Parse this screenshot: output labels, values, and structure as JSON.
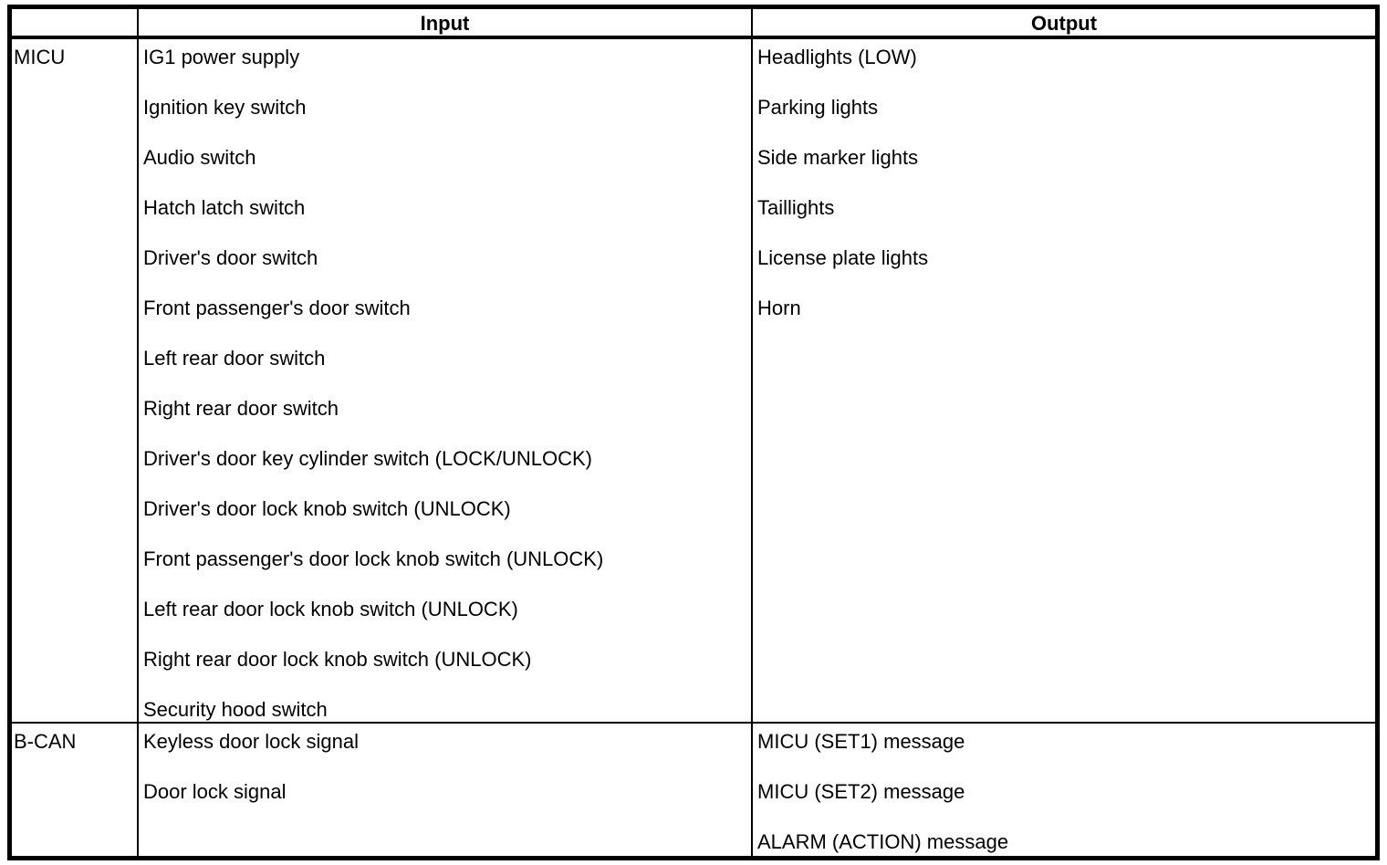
{
  "colors": {
    "background": "#ffffff",
    "border": "#000000",
    "text": "#000000"
  },
  "table": {
    "headers": {
      "corner": "",
      "input": "Input",
      "output": "Output"
    },
    "rows": [
      {
        "label": "MICU",
        "inputs": [
          "IG1 power supply",
          "Ignition key switch",
          "Audio switch",
          "Hatch latch switch",
          "Driver's door switch",
          "Front passenger's door switch",
          "Left rear door switch",
          "Right rear door switch",
          "Driver's door key cylinder switch (LOCK/UNLOCK)",
          "Driver's door lock knob switch (UNLOCK)",
          "Front passenger's door lock knob switch (UNLOCK)",
          "Left rear door lock knob switch (UNLOCK)",
          "Right rear door lock knob switch (UNLOCK)",
          "Security hood switch"
        ],
        "outputs": [
          "Headlights (LOW)",
          "Parking lights",
          "Side marker lights",
          "Taillights",
          "License plate lights",
          "Horn"
        ]
      },
      {
        "label": "B-CAN",
        "inputs": [
          "Keyless door lock signal",
          "Door lock signal"
        ],
        "outputs": [
          "MICU (SET1) message",
          "MICU (SET2) message",
          "ALARM (ACTION) message"
        ]
      }
    ]
  }
}
